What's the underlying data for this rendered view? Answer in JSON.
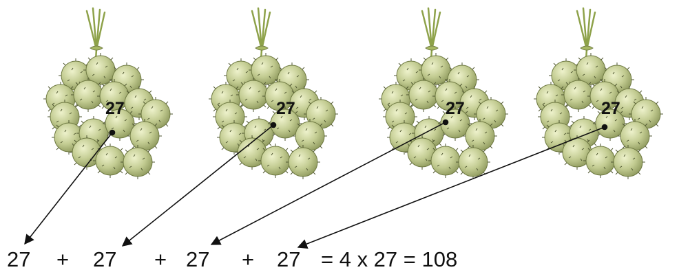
{
  "bunch_label": "27",
  "equation": {
    "terms": [
      "27",
      "27",
      "27",
      "27"
    ],
    "plus": "+",
    "tail": "= 4 x 27 = 108"
  },
  "colors": {
    "ball_light": "#dfe6b4",
    "ball_mid": "#b9c486",
    "ball_dark": "#8f9a5e",
    "stem": "#8ea24a",
    "arrow": "#111111"
  },
  "icons": [
    "rambutan-bunch-icon"
  ]
}
